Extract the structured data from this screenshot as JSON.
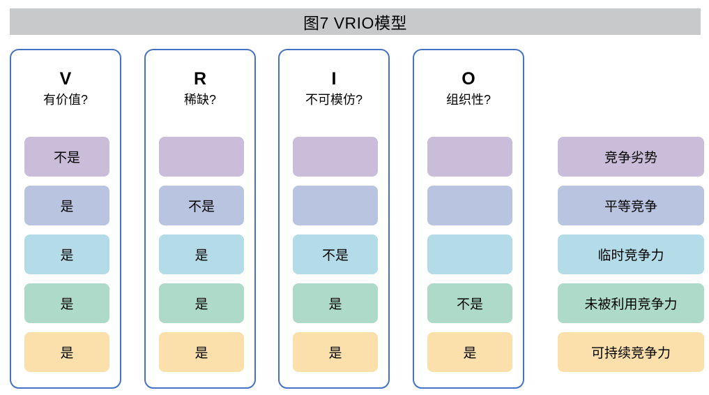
{
  "title": "图7  VRIO模型",
  "banner_color": "#c8c9cb",
  "border_color": "#4472c4",
  "row_colors": [
    "#c9bdd9",
    "#b8c4e0",
    "#b4dbe8",
    "#aedbc9",
    "#fce0ab"
  ],
  "columns": [
    {
      "letter": "V",
      "question": "有价值?",
      "cells": [
        "不是",
        "是",
        "是",
        "是",
        "是"
      ]
    },
    {
      "letter": "R",
      "question": "稀缺?",
      "cells": [
        "",
        "不是",
        "是",
        "是",
        "是"
      ]
    },
    {
      "letter": "I",
      "question": "不可模仿?",
      "cells": [
        "",
        "",
        "不是",
        "是",
        "是"
      ]
    },
    {
      "letter": "O",
      "question": "组织性?",
      "cells": [
        "",
        "",
        "",
        "不是",
        "是"
      ]
    }
  ],
  "outcomes": [
    "竞争劣势",
    "平等竞争",
    "临时竞争力",
    "未被利用竞争力",
    "可持续竞争力"
  ]
}
